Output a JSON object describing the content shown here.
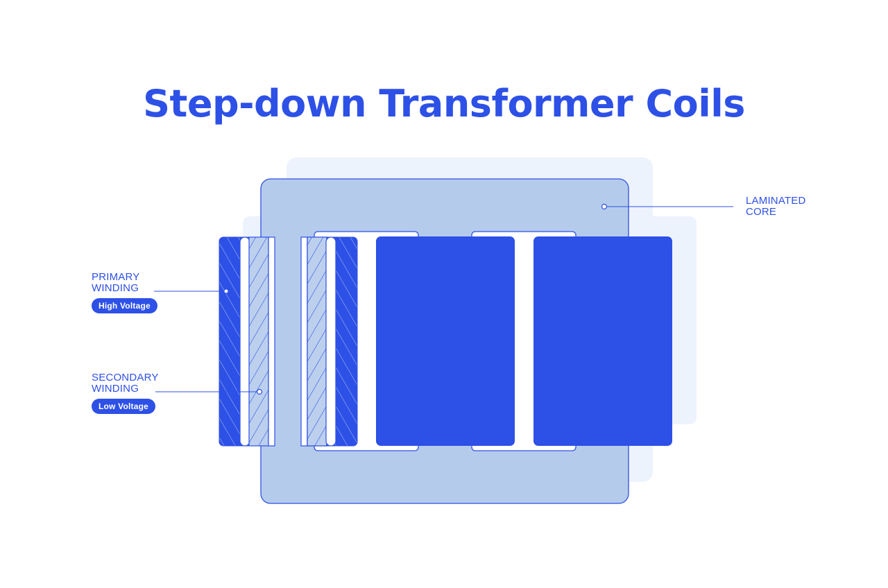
{
  "title": "Step-down Transformer Coils",
  "labels": {
    "core": {
      "line1": "LAMINATED",
      "line2": "CORE"
    },
    "primary": {
      "line1": "PRIMARY",
      "line2": "WINDING",
      "badge": "High Voltage"
    },
    "secondary": {
      "line1": "SECONDARY",
      "line2": "WINDING",
      "badge": "Low Voltage"
    }
  },
  "colors": {
    "accent": "#2d50e6",
    "core": "#b5cbeb",
    "core_shadow": "#edf3fc",
    "hatch_light": "#bcd0ee",
    "background": "#ffffff"
  }
}
